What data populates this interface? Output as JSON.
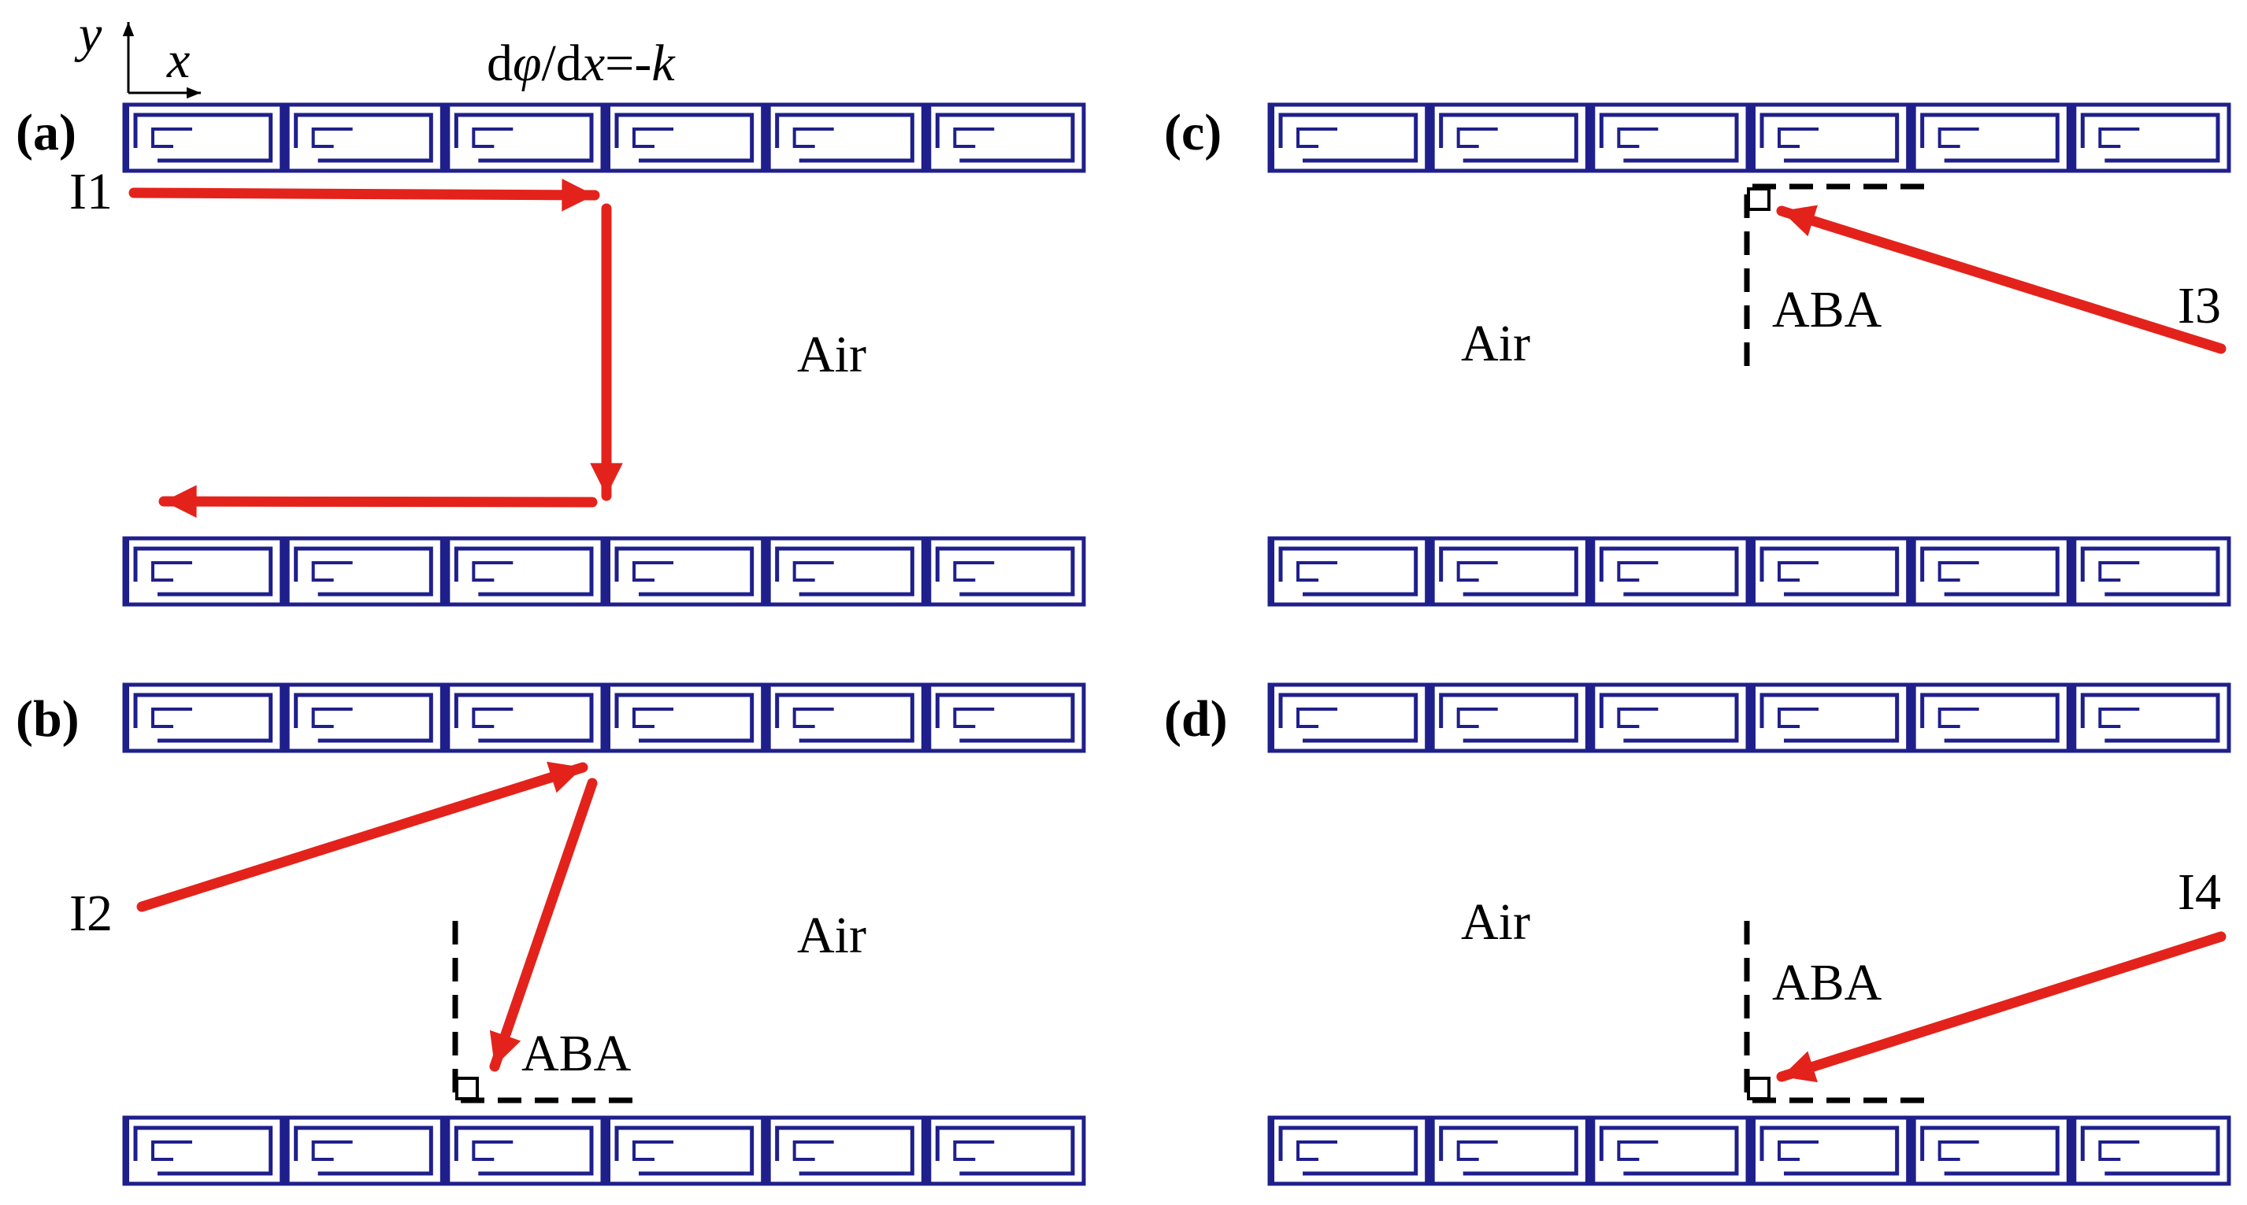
{
  "axes": {
    "y_label": "y",
    "x_label": "x"
  },
  "formula": {
    "prefix": "d",
    "phi": "φ",
    "mid": "/d",
    "x": "x",
    "eq": "=-",
    "k": "k"
  },
  "panels": [
    {
      "id": "a",
      "label": "(a)",
      "air": "Air",
      "source": "I1",
      "aba": ""
    },
    {
      "id": "b",
      "label": "(b)",
      "air": "Air",
      "source": "I2",
      "aba": "ABA"
    },
    {
      "id": "c",
      "label": "(c)",
      "air": "Air",
      "source": "I3",
      "aba": "ABA"
    },
    {
      "id": "d",
      "label": "(d)",
      "air": "Air",
      "source": "I4",
      "aba": "ABA"
    }
  ],
  "colors": {
    "metasurface": "#1f1f8c",
    "ray": "#e3231b",
    "dash": "#000000",
    "text": "#000000"
  },
  "metasurface": {
    "cells_per_strip": 6,
    "cell_pattern": "split-ring-resonator"
  }
}
